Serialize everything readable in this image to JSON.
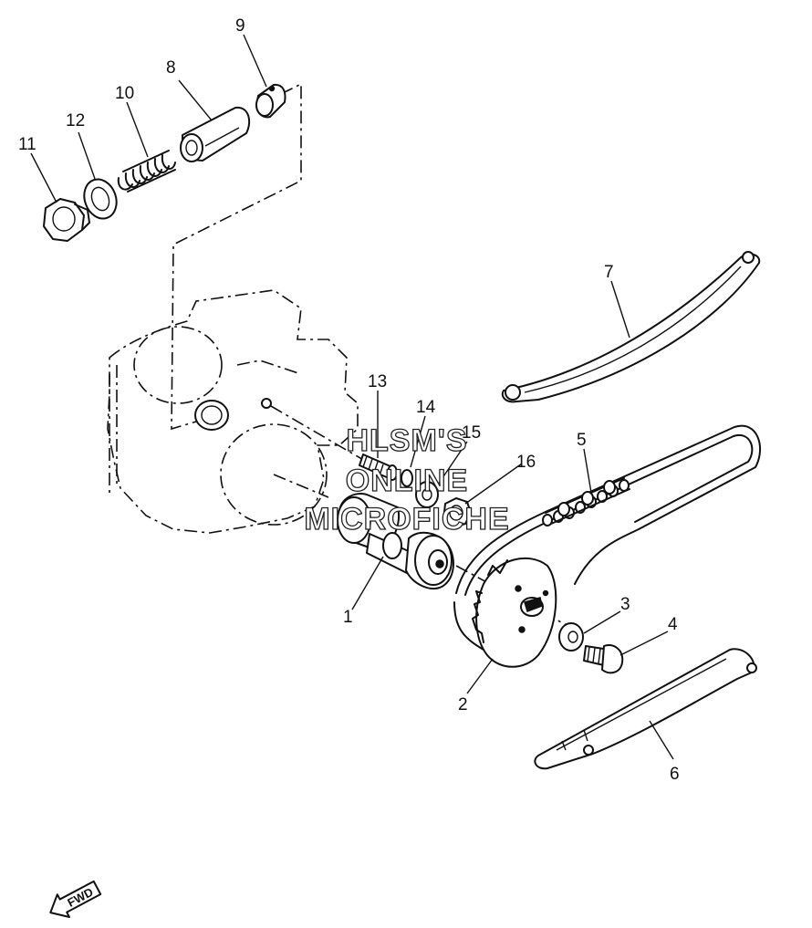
{
  "callouts": [
    "1",
    "2",
    "3",
    "4",
    "5",
    "6",
    "7",
    "8",
    "9",
    "10",
    "11",
    "12",
    "13",
    "14",
    "15",
    "16"
  ],
  "watermark": {
    "line1": "HLSM'S",
    "line2": "ONLINE",
    "line3": "MICROFICHE"
  },
  "direction_arrow": {
    "label": "FWD",
    "icon": "fwd-arrow-icon"
  },
  "colors": {
    "ink": "#111111",
    "paper": "#ffffff"
  }
}
